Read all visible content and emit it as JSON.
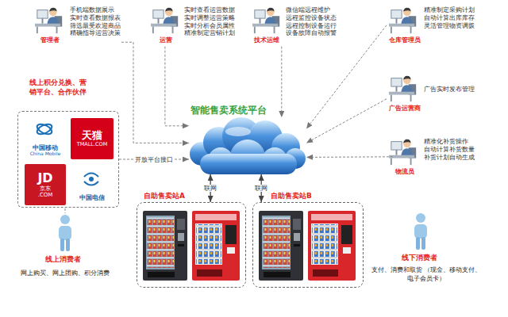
{
  "diagram": {
    "nodes": [
      {
        "text": [
          "管理者",
          "手机端数据展示 实时查看数据报表 筛选最受欢迎商品 精确指导运营决策"
        ]
      },
      {
        "text": [
          "运营",
          "实时查看运营数据 实时调整运营策略 实时分析会员属性 精准制定营销计划"
        ]
      },
      {
        "text": [
          "技术运维",
          "微信端远程维护 远程监控设备状态 远程控制设备运行 设备故障自动报警"
        ]
      },
      {
        "text": [
          "仓库管理员",
          "精准制定采购计划 自动计算出库库存 灵活管理物资调拨"
        ]
      },
      {
        "text": [
          "广告运营商",
          "广告实时发布管理"
        ]
      },
      {
        "text": [
          "物流员",
          "精准化补货操作 自动计算补货数量 补货计划自动生成"
        ]
      },
      {
        "text": [
          "智能售卖系统平台"
        ]
      },
      {
        "text": [
          "线上积分兑换、营销平台、合作伙伴"
        ]
      },
      {
        "text": [
          "中国移动",
          "China Mobile"
        ],
        "in": 7
      },
      {
        "text": [
          "天猫",
          "TMALL.COM"
        ],
        "in": 7
      },
      {
        "text": [
          "JD",
          "京东",
          ".COM"
        ],
        "in": 7
      },
      {
        "text": [
          "中国电信"
        ],
        "in": 7
      },
      {
        "text": [
          "线上消费者",
          "网上购买、网上团购、积分消费"
        ]
      },
      {
        "text": [
          "自助售卖站A"
        ]
      },
      {
        "text": [
          "自助售卖站B"
        ]
      },
      {
        "text": [
          "线下消费者",
          "支付、消费和取货 （现金、移动支付、电子会员卡）"
        ]
      }
    ],
    "edges": [
      {
        "from": 0,
        "to": 6,
        "arrow": "to"
      },
      {
        "from": 1,
        "to": 6,
        "arrow": "to"
      },
      {
        "from": 2,
        "to": 6,
        "arrow": "to"
      },
      {
        "from": 3,
        "to": 6,
        "arrow": "to"
      },
      {
        "from": 4,
        "to": 6,
        "arrow": "to"
      },
      {
        "from": 5,
        "to": 6,
        "arrow": "to"
      },
      {
        "from": 7,
        "to": 6,
        "label": "开放平台接口",
        "arrow": "to"
      },
      {
        "from": 13,
        "to": 6,
        "label": "联网",
        "arrow": "both"
      },
      {
        "from": 14,
        "to": 6,
        "label": "联网",
        "arrow": "both"
      }
    ]
  }
}
